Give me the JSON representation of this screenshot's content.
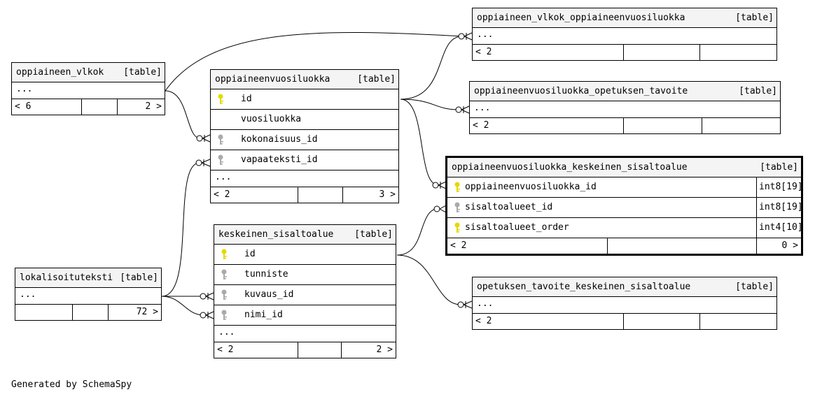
{
  "table_kind_label": "[table]",
  "ellipsis": "...",
  "credit": "Generated by SchemaSpy",
  "colors": {
    "primary_key": "#e6d800",
    "foreign_key": "#aaaaaa"
  },
  "tables": {
    "oppiaineen_vlkok_oppiaineenvuosiluokka": {
      "name": "oppiaineen_vlkok_oppiaineenvuosiluokka",
      "parents": "< 2",
      "children": ""
    },
    "oppiaineen_vlkok": {
      "name": "oppiaineen_vlkok",
      "parents": "< 6",
      "children": "2 >"
    },
    "oppiaineenvuosiluokka": {
      "name": "oppiaineenvuosiluokka",
      "columns": [
        {
          "name": "id",
          "key": "primary-key"
        },
        {
          "name": "vuosiluokka",
          "key": "none"
        },
        {
          "name": "kokonaisuus_id",
          "key": "foreign-key"
        },
        {
          "name": "vapaateksti_id",
          "key": "foreign-key"
        }
      ],
      "parents": "< 2",
      "children": "3 >"
    },
    "oppiaineenvuosiluokka_opetuksen_tavoite": {
      "name": "oppiaineenvuosiluokka_opetuksen_tavoite",
      "parents": "< 2",
      "children": ""
    },
    "oppiaineenvuosiluokka_keskeinen_sisaltoalue": {
      "name": "oppiaineenvuosiluokka_keskeinen_sisaltoalue",
      "columns": [
        {
          "name": "oppiaineenvuosiluokka_id",
          "type": "int8[19]",
          "key": "primary-key"
        },
        {
          "name": "sisaltoalueet_id",
          "type": "int8[19]",
          "key": "foreign-key"
        },
        {
          "name": "sisaltoalueet_order",
          "type": "int4[10]",
          "key": "primary-key"
        }
      ],
      "parents": "< 2",
      "children": "0 >"
    },
    "keskeinen_sisaltoalue": {
      "name": "keskeinen_sisaltoalue",
      "columns": [
        {
          "name": "id",
          "key": "primary-key"
        },
        {
          "name": "tunniste",
          "key": "foreign-key"
        },
        {
          "name": "kuvaus_id",
          "key": "foreign-key"
        },
        {
          "name": "nimi_id",
          "key": "foreign-key"
        }
      ],
      "parents": "< 2",
      "children": "2 >"
    },
    "lokalisoituteksti": {
      "name": "lokalisoituteksti",
      "parents": "",
      "children": "72 >"
    },
    "opetuksen_tavoite_keskeinen_sisaltoalue": {
      "name": "opetuksen_tavoite_keskeinen_sisaltoalue",
      "parents": "< 2",
      "children": ""
    }
  }
}
